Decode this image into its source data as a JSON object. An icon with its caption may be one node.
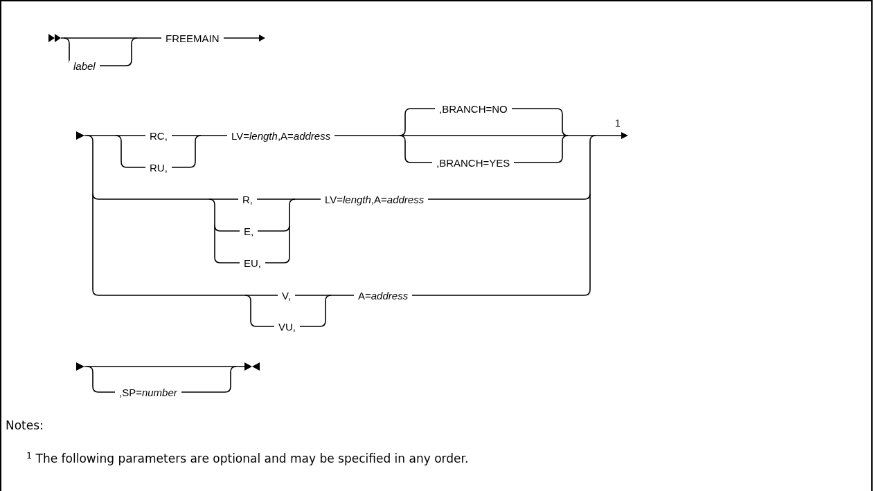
{
  "diagram": {
    "labels": [
      "label",
      "FREEMAIN",
      ",BRANCH=NO",
      "RC,",
      "LV=*length*,A=*address*",
      "1",
      "RU,",
      ",BRANCH=YES",
      "R,",
      "LV=*length*,A=*address*",
      "E,",
      "EU,",
      "V,",
      "A=*address*",
      "VU,",
      ",SP=*number*",
      "Notes:",
      "$^{1}$ The following parameters are optional and may be specified in any order."
    ]
  }
}
